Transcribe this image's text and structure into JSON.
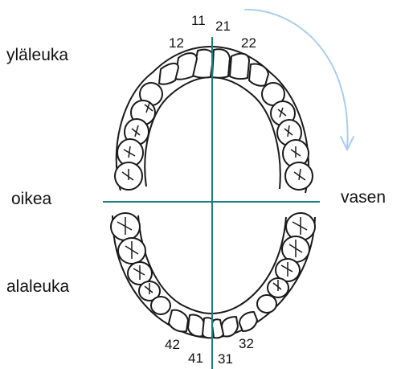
{
  "labels": {
    "upper_jaw": "yläleuka",
    "lower_jaw": "alaleuka",
    "right_side": "oikea",
    "left_side": "vasen"
  },
  "tooth_numbers": {
    "t11": "11",
    "t21": "21",
    "t12": "12",
    "t22": "22",
    "t42": "42",
    "t32": "32",
    "t41": "41",
    "t31": "31"
  },
  "colors": {
    "axis": "#1a7f7a",
    "arrow": "#a8cdee",
    "outline": "#1a1a1a"
  }
}
